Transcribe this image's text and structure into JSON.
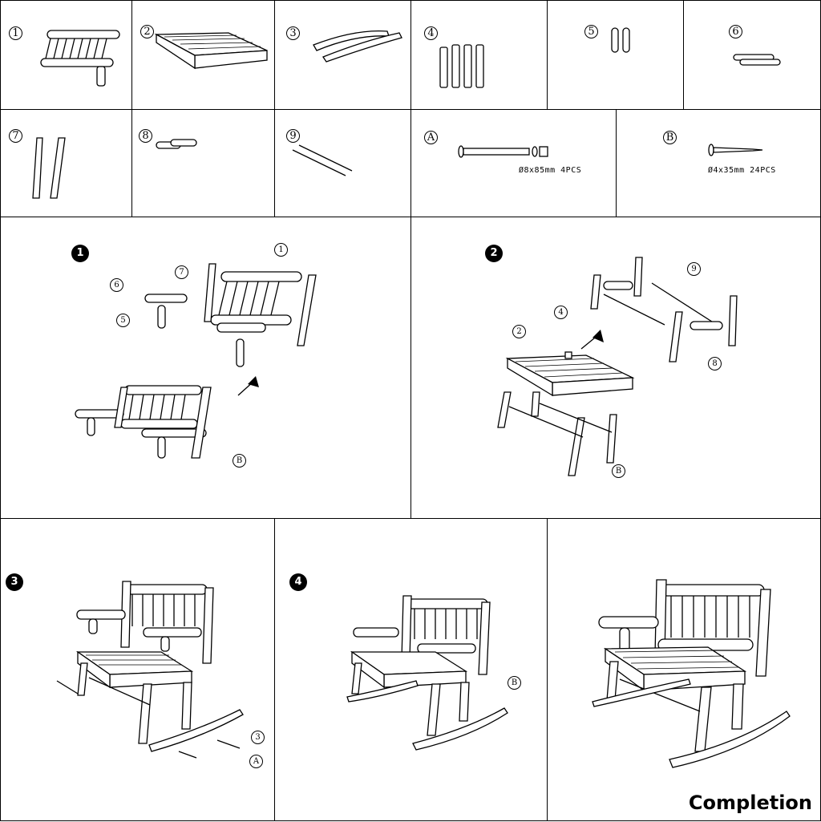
{
  "parts": [
    {
      "id": "1"
    },
    {
      "id": "2"
    },
    {
      "id": "3"
    },
    {
      "id": "4"
    },
    {
      "id": "5"
    },
    {
      "id": "6"
    },
    {
      "id": "7"
    },
    {
      "id": "8"
    },
    {
      "id": "9"
    },
    {
      "id": "A"
    },
    {
      "id": "B"
    }
  ],
  "hardware": {
    "A_spec": "Ø8x85mm 4PCS",
    "B_spec": "Ø4x35mm 24PCS"
  },
  "steps": {
    "s1": "1",
    "s2": "2",
    "s3": "3",
    "s4": "4",
    "s1_callouts": [
      "1",
      "7",
      "6",
      "5",
      "B"
    ],
    "s2_callouts": [
      "9",
      "4",
      "2",
      "8",
      "B"
    ],
    "s3_callouts": [
      "3",
      "A"
    ],
    "s4_callouts": [
      "B"
    ]
  },
  "completion_label": "Completion"
}
